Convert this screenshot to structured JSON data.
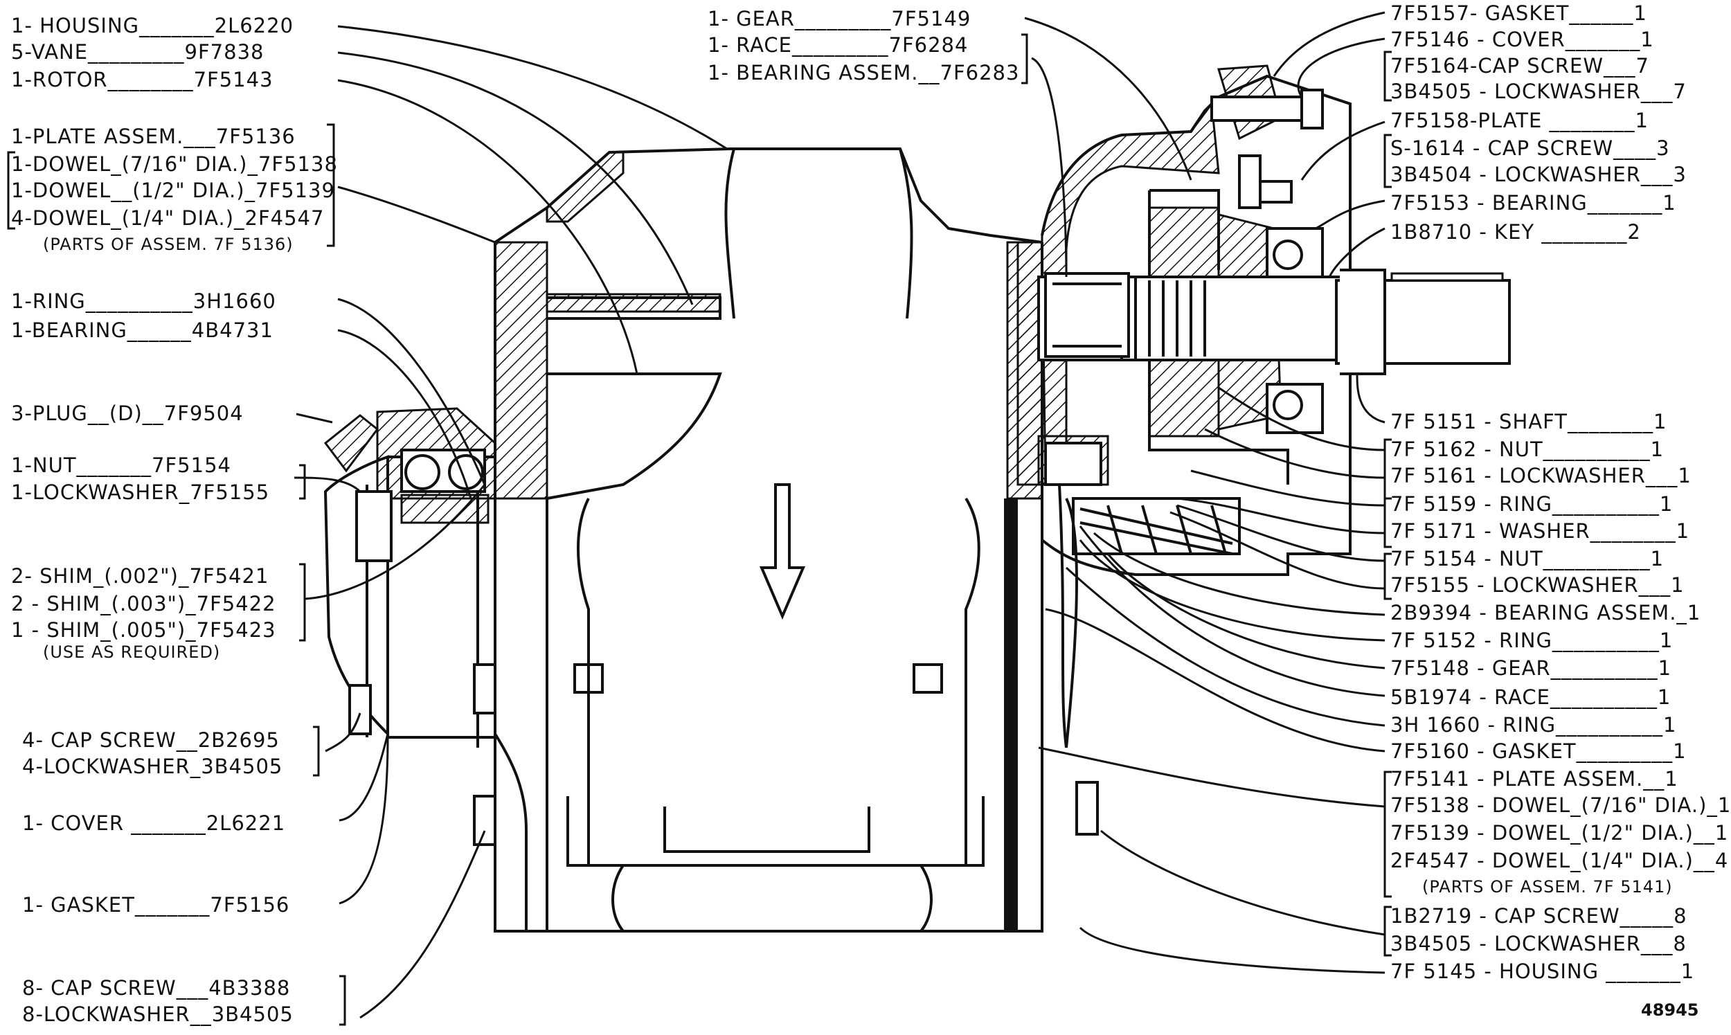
{
  "left_labels": [
    "1- HOUSING_______2L6220",
    "5-VANE_________9F7838",
    "1-ROTOR________7F5143",
    "1-PLATE ASSEM.___7F5136",
    "1-DOWEL_(7/16\" DIA.)_7F5138",
    "1-DOWEL__(1/2\" DIA.)_7F5139",
    "4-DOWEL_(1/4\" DIA.)_2F4547",
    "(PARTS OF ASSEM. 7F 5136)",
    "1-RING__________3H1660",
    "1-BEARING______4B4731",
    "3-PLUG__(D)__7F9504",
    "1-NUT_______7F5154",
    "1-LOCKWASHER_7F5155",
    "2- SHIM_(.002\")_7F5421",
    "2 - SHIM_(.003\")_7F5422",
    "1 - SHIM_(.005\")_7F5423",
    "(USE AS REQUIRED)",
    "4- CAP SCREW__2B2695",
    "4-LOCKWASHER_3B4505",
    "1- COVER _______2L6221",
    "1- GASKET_______7F5156",
    "8- CAP SCREW___4B3388",
    "8-LOCKWASHER__3B4505"
  ],
  "top_center_labels": [
    "1- GEAR_________7F5149",
    "1- RACE_________7F6284",
    "1- BEARING ASSEM.__7F6283"
  ],
  "right_labels": [
    "7F5157- GASKET______1",
    "7F5146 - COVER_______1",
    "7F5164-CAP SCREW___7",
    "3B4505 - LOCKWASHER___7",
    "7F5158-PLATE ________1",
    "S-1614 - CAP SCREW____3",
    "3B4504 - LOCKWASHER___3",
    "7F5153 - BEARING_______1",
    "1B8710 - KEY ________2",
    "7F 5151 - SHAFT________1",
    "7F 5162 - NUT__________1",
    "7F 5161 - LOCKWASHER___1",
    "7F 5159 - RING__________1",
    "7F 5171 - WASHER________1",
    "7F 5154 - NUT__________1",
    "7F5155 - LOCKWASHER___1",
    "2B9394 - BEARING ASSEM._1",
    "7F 5152 - RING__________1",
    "7F5148 - GEAR__________1",
    "5B1974 - RACE__________1",
    "3H 1660 - RING__________1",
    "7F5160 - GASKET_________1",
    "7F5141 - PLATE ASSEM.__1",
    "7F5138 - DOWEL_(7/16\" DIA.)_1",
    "7F5139 - DOWEL_(1/2\" DIA.)__1",
    "2F4547 - DOWEL_(1/4\" DIA.)__4",
    "(PARTS OF ASSEM. 7F 5141)",
    "1B2719 - CAP SCREW_____8",
    "3B4505 - LOCKWASHER___8",
    "7F 5145 - HOUSING _______1"
  ],
  "figure_number": "48945"
}
